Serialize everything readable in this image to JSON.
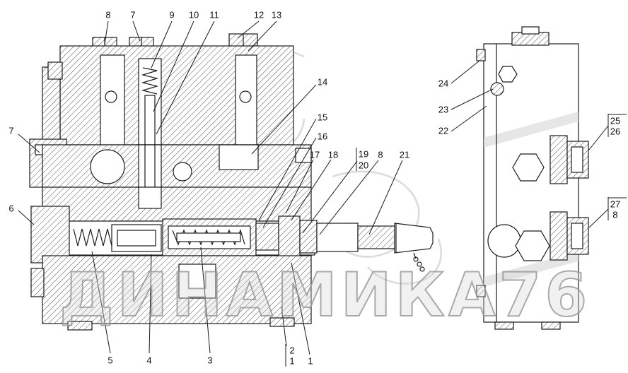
{
  "watermark": "ДИНАМИКА76",
  "callouts": [
    "8",
    "7",
    "9",
    "10",
    "11",
    "12",
    "13",
    "14",
    "15",
    "16",
    "17",
    "18",
    "19",
    "20",
    "8",
    "21",
    "7",
    "6",
    "5",
    "4",
    "3",
    "2",
    "1",
    "1",
    "24",
    "23",
    "22",
    "25",
    "26",
    "27",
    "8"
  ],
  "colors": {
    "line": "#1a1a1a",
    "hatch": "#555555",
    "swirl": "#cccccc",
    "watermark_stroke": "#969696"
  }
}
